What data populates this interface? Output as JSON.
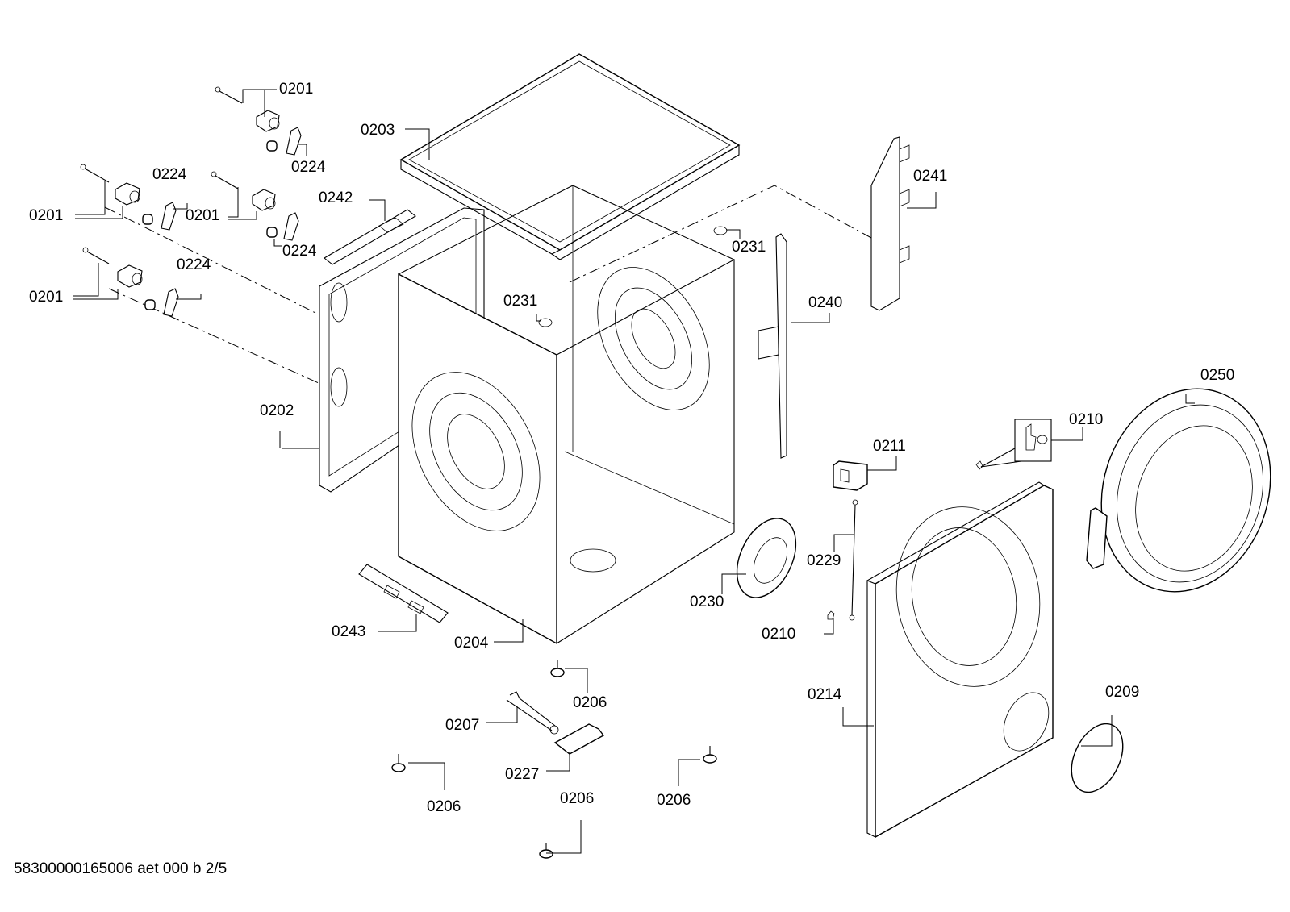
{
  "document": {
    "type": "exploded-parts-diagram",
    "footer_text": "58300000165006 aet 000 b 2/5",
    "line_color": "#000000",
    "background_color": "#ffffff"
  },
  "callouts": [
    {
      "id": "c01",
      "label": "0201",
      "part": "screw-and-bracket"
    },
    {
      "id": "c02",
      "label": "0224",
      "part": "cap-clip"
    },
    {
      "id": "c03",
      "label": "0224",
      "part": "cap-clip"
    },
    {
      "id": "c04",
      "label": "0201",
      "part": "screw-and-bracket"
    },
    {
      "id": "c05",
      "label": "0201",
      "part": "screw-and-bracket"
    },
    {
      "id": "c06",
      "label": "0224",
      "part": "cap-clip"
    },
    {
      "id": "c07",
      "label": "0224",
      "part": "cap-clip"
    },
    {
      "id": "c08",
      "label": "0201",
      "part": "screw-and-bracket"
    },
    {
      "id": "c09",
      "label": "0203",
      "part": "top-cover"
    },
    {
      "id": "c10",
      "label": "0242",
      "part": "top-rail"
    },
    {
      "id": "c11",
      "label": "0202",
      "part": "rear-panel"
    },
    {
      "id": "c12",
      "label": "0231",
      "part": "plug-disc"
    },
    {
      "id": "c13",
      "label": "0231",
      "part": "plug-disc"
    },
    {
      "id": "c14",
      "label": "0241",
      "part": "side-rail"
    },
    {
      "id": "c15",
      "label": "0240",
      "part": "front-strut"
    },
    {
      "id": "c16",
      "label": "0250",
      "part": "door"
    },
    {
      "id": "c17",
      "label": "0210",
      "part": "hinge-pin"
    },
    {
      "id": "c18",
      "label": "0211",
      "part": "door-lock"
    },
    {
      "id": "c19",
      "label": "0229",
      "part": "cable-tie"
    },
    {
      "id": "c20",
      "label": "0230",
      "part": "seal-ring"
    },
    {
      "id": "c21",
      "label": "0210",
      "part": "hinge-pin"
    },
    {
      "id": "c22",
      "label": "0214",
      "part": "front-panel"
    },
    {
      "id": "c23",
      "label": "0209",
      "part": "service-flap"
    },
    {
      "id": "c24",
      "label": "0243",
      "part": "bottom-rail"
    },
    {
      "id": "c25",
      "label": "0204",
      "part": "cabinet"
    },
    {
      "id": "c26",
      "label": "0206",
      "part": "foot"
    },
    {
      "id": "c27",
      "label": "0207",
      "part": "wrench"
    },
    {
      "id": "c28",
      "label": "0227",
      "part": "shim-plate"
    },
    {
      "id": "c29",
      "label": "0206",
      "part": "foot"
    },
    {
      "id": "c30",
      "label": "0206",
      "part": "foot"
    },
    {
      "id": "c31",
      "label": "0206",
      "part": "foot"
    }
  ]
}
